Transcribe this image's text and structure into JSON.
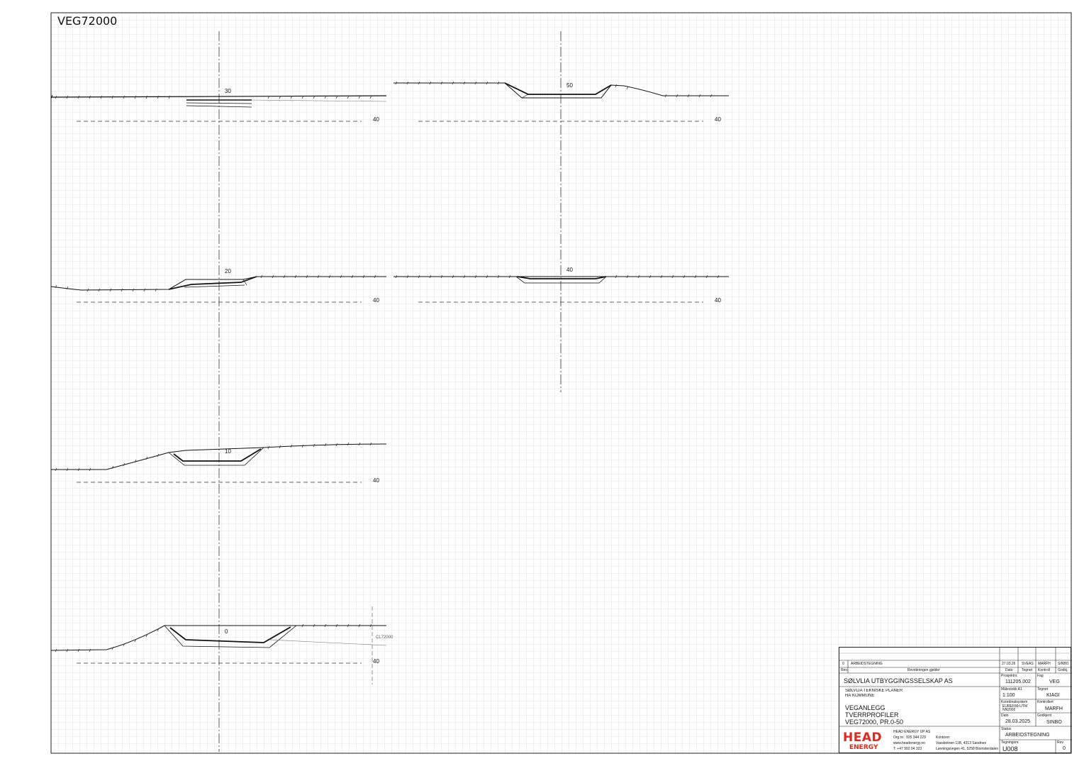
{
  "drawing": {
    "title": "VEG72000",
    "section_labels": [
      "30",
      "50",
      "20",
      "40",
      "10",
      "0"
    ],
    "datum_label": "40",
    "cl_label": "CL72000"
  },
  "title_block": {
    "revision": {
      "rev": "0",
      "description": "ARBEIDSTEGNING",
      "date": "27.03.26",
      "drawn": "SVEAS",
      "checked": "MARFH",
      "approved": "SINBO"
    },
    "rev_header": {
      "rev": "Rev.",
      "description": "Revideringen gjelder",
      "date": "Dato",
      "drawn": "Tegnet",
      "checked": "Kontroll",
      "approved": "Godkj."
    },
    "client": "SØLVLIA UTBYGGINGSSELSKAP AS",
    "project_line1": "SØLVLIA TEKNISKE PLANER",
    "project_line2": "HÅ KOMMUNE",
    "drawing_line1": "VEGANLEGG",
    "drawing_line2": "TVERRPROFILER",
    "drawing_line3": "VEG72000, PR.0-50",
    "projnr_label": "Prosjektnr.",
    "projnr": "111205.002",
    "fag_label": "Fag",
    "fag": "VEG",
    "scale_label": "Målestokk A1",
    "scale": "1:100",
    "drawn_label": "Tegnet",
    "drawn": "KIAGI",
    "coord_label": "Koordinatsystem",
    "coord_line1": "EUREF89-UTM",
    "coord_line2": "NN2000",
    "checked_label": "Kontrollert",
    "checked": "MARFH",
    "date_label": "Dato",
    "date": "28.03.2025",
    "approved_label": "Godkjent",
    "approved": "SINBO",
    "status_label": "Status",
    "status": "ARBEIDSTEGNING",
    "dwgno_label": "Tegningsnr.",
    "dwgno": "U008",
    "rev_label": "Rev.",
    "rev_value": "0",
    "company": {
      "logo_line1": "HEAD",
      "logo_line2": "ENERGY",
      "name": "HEAD ENERGY UP AS",
      "orgnr": "Org.nr.: 925 344 229",
      "web": "www.headenergy.no",
      "phone": "T: +47 992 04 323",
      "offices_label": "Kontorer:",
      "office1": "Vassbotnen 11B, 4313 Sandnes",
      "office2": "Løvningsvegen 41, 5258 Blomsterdalen"
    }
  },
  "colors": {
    "brand": "#e1261c",
    "grid": "#c8c8c8",
    "line": "#111111"
  }
}
